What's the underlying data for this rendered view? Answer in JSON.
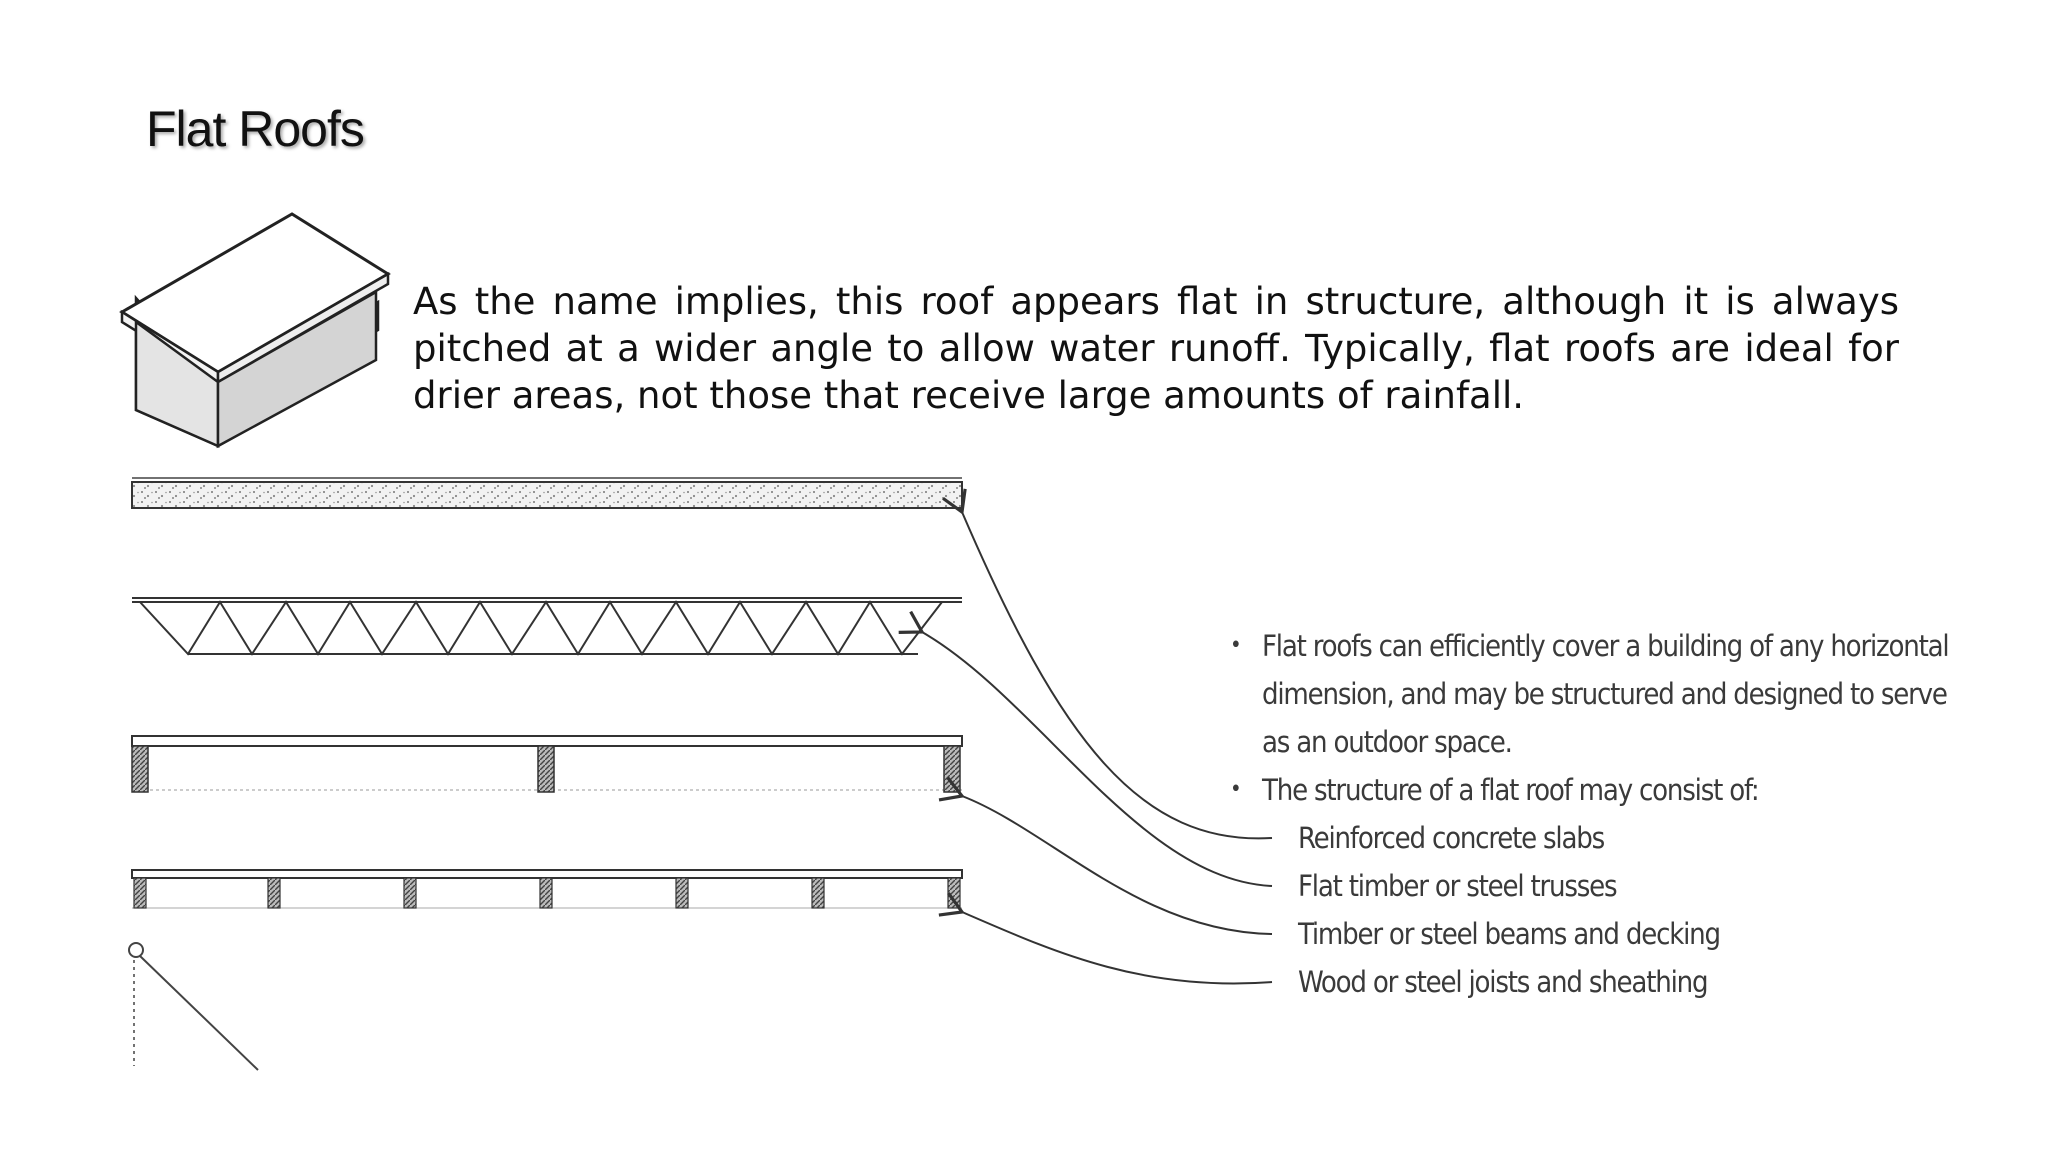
{
  "slide": {
    "title": "Flat Roofs",
    "intro": "As the name implies, this roof appears flat in structure, although it is always pitched at a wider angle to allow water runoff. Typically, flat roofs are ideal for drier areas, not those that receive large amounts of rainfall."
  },
  "figure": {
    "icon": "flat-roof-building-icon",
    "bullets": [
      "Flat roofs can efficiently cover a building of any horizontal dimension, and may be structured and designed to serve as an outdoor space.",
      "The structure of a flat roof may consist of:"
    ],
    "structure_types": [
      "Reinforced concrete slabs",
      "Flat timber or steel trusses",
      "Timber or steel beams and decking",
      "Wood or steel joists and sheathing"
    ]
  }
}
